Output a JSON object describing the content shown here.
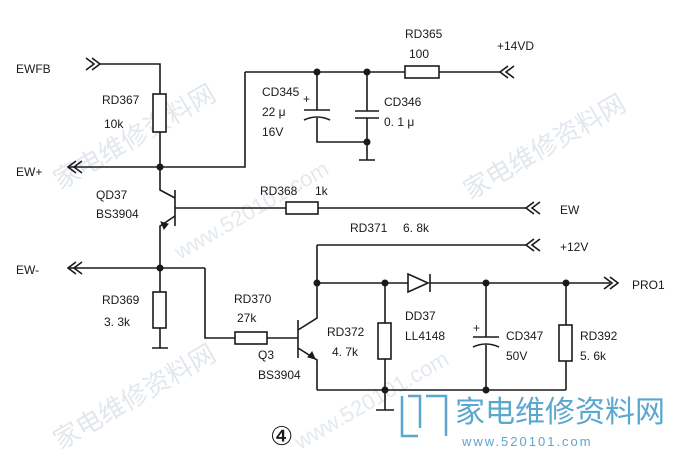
{
  "diagram": {
    "ports": {
      "ewfb": "EWFB",
      "ew_plus": "EW+",
      "ew_minus": "EW-",
      "plus_14vd": "+14VD",
      "ew": "EW",
      "plus_12v": "+12V",
      "pro1": "PRO1"
    },
    "components": {
      "rd365": {
        "ref": "RD365",
        "value": "100"
      },
      "rd367": {
        "ref": "RD367",
        "value": "10k"
      },
      "cd345": {
        "ref": "CD345",
        "value": "22 μ",
        "voltage": "16V"
      },
      "cd346": {
        "ref": "CD346",
        "value": "0. 1 μ"
      },
      "qd37": {
        "ref": "QD37",
        "part": "BS3904"
      },
      "rd368": {
        "ref": "RD368",
        "value": "1k"
      },
      "rd371": {
        "ref": "RD371",
        "value": "6. 8k"
      },
      "rd369": {
        "ref": "RD369",
        "value": "3. 3k"
      },
      "rd370": {
        "ref": "RD370",
        "value": "27k"
      },
      "q3": {
        "ref": "Q3",
        "part": "BS3904"
      },
      "rd372": {
        "ref": "RD372",
        "value": "4. 7k"
      },
      "dd37": {
        "ref": "DD37",
        "part": "LL4148"
      },
      "cd347": {
        "ref": "CD347",
        "voltage": "50V"
      },
      "rd392": {
        "ref": "RD392",
        "value": "5. 6k"
      }
    },
    "polarity_mark": "+",
    "figure_number": "④"
  },
  "watermark": {
    "text": "家电维修资料网",
    "url": "www.520101.com",
    "logo_text": "家电维修资料网",
    "logo_url": "www.520101.com",
    "color": "#5aa7cf"
  }
}
